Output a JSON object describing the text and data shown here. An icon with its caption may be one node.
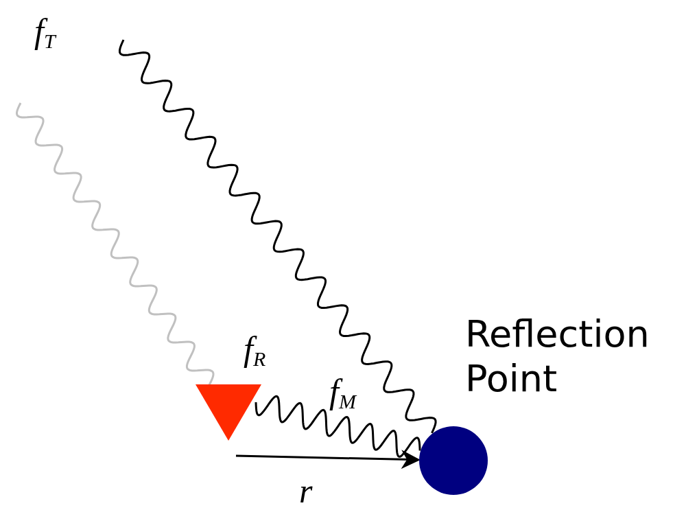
{
  "diagram": {
    "nodes": [
      {
        "text": [],
        "shape": "triangle"
      },
      {
        "text": [],
        "shape": "circle",
        "beside": [
          "Reflection Point"
        ]
      }
    ],
    "edges": [
      {
        "from": null,
        "to": 1,
        "arrow": "none",
        "label": "f$_{T}$"
      },
      {
        "from": null,
        "to": 0,
        "arrow": "none",
        "label": "f$_{R}$",
        "color": "#c0c0c0"
      },
      {
        "from": 0,
        "to": 1,
        "arrow": "none",
        "label": "f$_{M}$"
      },
      {
        "from": 0,
        "to": 1,
        "arrow": "to",
        "label": "r"
      }
    ]
  }
}
